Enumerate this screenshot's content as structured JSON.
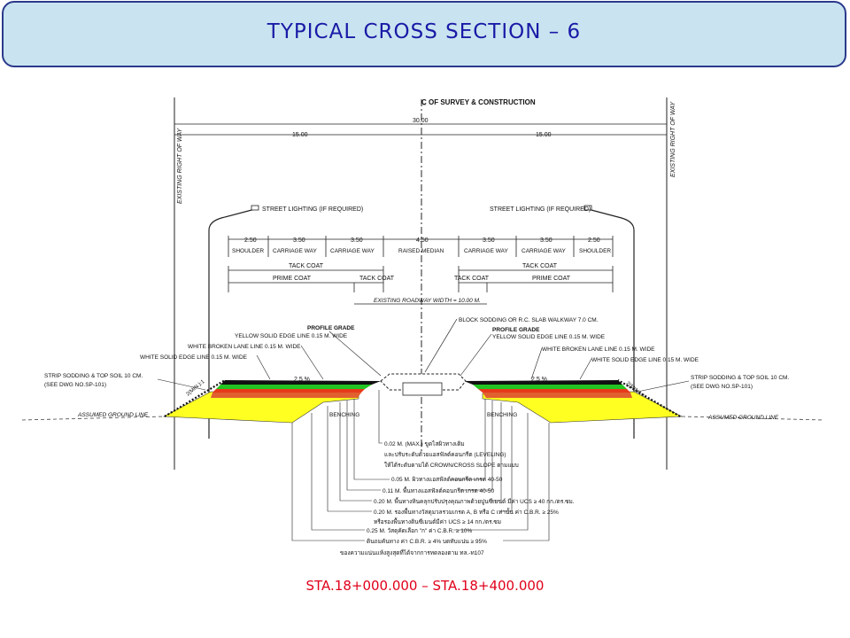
{
  "header": {
    "title": "TYPICAL CROSS SECTION – 6"
  },
  "drawing": {
    "centerline_label": "C̲ OF SURVEY & CONSTRUCTION",
    "row_left": "EXISTING RIGHT OF WAY",
    "row_right": "EXISTING RIGHT OF WAY",
    "total_width": "30.00",
    "half_left": "15.00",
    "half_right": "15.00",
    "street_lighting_left": "STREET LIGHTING (IF REQUIRED)",
    "street_lighting_right": "STREET LIGHTING (IF REQUIRED)",
    "lanes": [
      {
        "dim": "2.50",
        "name": "SHOULDER"
      },
      {
        "dim": "3.50",
        "name": "CARRIAGE WAY"
      },
      {
        "dim": "3.50",
        "name": "CARRIAGE WAY"
      },
      {
        "dim": "4.50",
        "name": "RAISED MEDIAN"
      },
      {
        "dim": "3.50",
        "name": "CARRIAGE WAY"
      },
      {
        "dim": "3.50",
        "name": "CARRIAGE WAY"
      },
      {
        "dim": "2.50",
        "name": "SHOULDER"
      }
    ],
    "tack_coat": "TACK COAT",
    "prime_coat": "PRIME COAT",
    "existing_roadway": "EXISTING ROADWAY WIDTH = 10.00 M.",
    "block_sodding": "BLOCK SODDING OR R.C. SLAB WALKWAY 7.0 CM.",
    "profile_grade": "PROFILE GRADE",
    "yellow_edge": "YELLOW SOLID EDGE LINE 0.15 M. WIDE",
    "white_broken": "WHITE BROKEN LANE LINE 0.15 M. WIDE",
    "white_solid": "WHITE SOLID EDGE LINE 0.15 M. WIDE",
    "strip_sodding_1": "STRIP SODDING & TOP SOIL 10 CM.",
    "strip_sodding_2": "(SEE DWG NO.SP-101)",
    "slope_left": "2.5 %",
    "slope_right": "2.5 %",
    "side_slope_left": "2(MIN.):1",
    "side_slope_right": "2(MIN.):1",
    "assumed_ground": "ASSUMED GROUND LINE",
    "benching": "BENCHING",
    "layers": [
      "0.02 M. (MAX.) ขูดไสผิวทางเดิม",
      "และปรับระดับด้วยแอสฟัลต์คอนกรีต (LEVELING)",
      "ให้ได้ระดับตามได้ CROWN/CROSS SLOPE ตามแบบ",
      "0.05 M. ผิวทางแอสฟัลต์คอนกรีต เกรด 40-50",
      "0.11 M. พื้นทางแอสฟัลต์คอนกรีต เกรด 40-50",
      "0.20 M. พื้นทางหินคลุกปรับปรุงคุณภาพด้วยปูนซีเมนต์ มีค่า UCS ≥ 40 กก./ตร.ซม.",
      "0.20 M. รองพื้นทางวัสดุมวลรวมเกรด A, B หรือ C เท่านั้น ค่า C.B.R. ≥ 25%",
      "หรือรองพื้นทางดินซีเมนต์มีค่า UCS ≥ 14 กก./ตร.ซม",
      "0.25 M. วัสดุคัดเลือก \"ก\" ค่า C.B.R. ≥ 10%",
      "ดินถมคันทาง ค่า C.B.R. ≥ 4% บดทับแน่น ≥ 95%",
      "ของความแน่นแห้งสูงสุดที่ได้จากการทดลองตาม ทล.-ท107"
    ]
  },
  "footer": {
    "station": "STA.18+000.000 – STA.18+400.000"
  }
}
